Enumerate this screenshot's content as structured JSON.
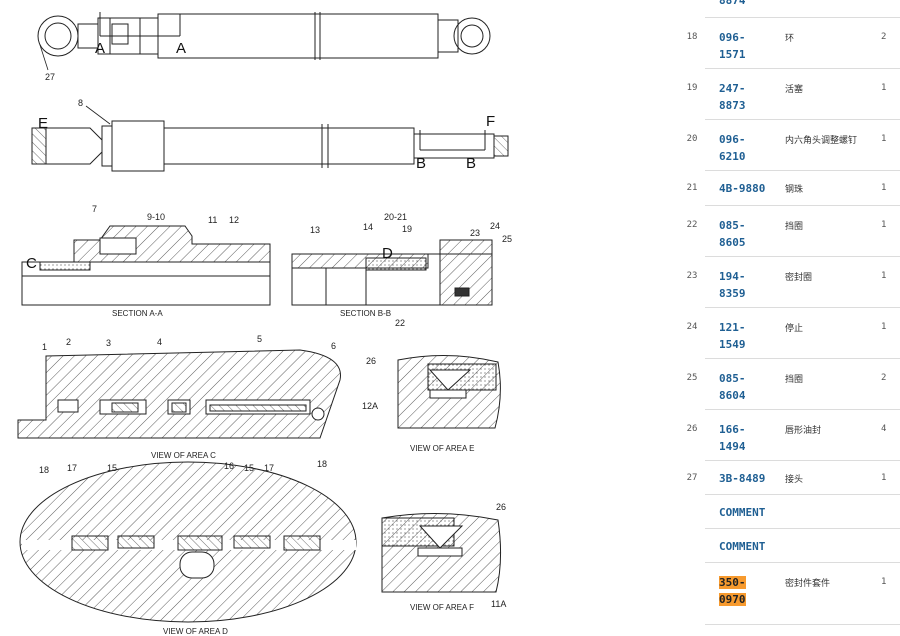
{
  "diagram": {
    "callouts": {
      "c27": "27",
      "c8": "8",
      "c7": "7",
      "c9_10": "9-10",
      "c11": "11",
      "c12": "12",
      "c13": "13",
      "c14": "14",
      "c20_21": "20-21",
      "c19": "19",
      "c23": "23",
      "c24": "24",
      "c25": "25",
      "c22": "22",
      "c1": "1",
      "c2": "2",
      "c3": "3",
      "c4": "4",
      "c5": "5",
      "c6": "6",
      "c26a": "26",
      "c12A": "12A",
      "c18a": "18",
      "c17a": "17",
      "c15a": "15",
      "c16": "16",
      "c15b": "15",
      "c17b": "17",
      "c18b": "18",
      "c26b": "26",
      "c11A": "11A"
    },
    "letters": {
      "A1": "A",
      "A2": "A",
      "E": "E",
      "F": "F",
      "B1": "B",
      "B2": "B",
      "C": "C",
      "D": "D"
    },
    "captions": {
      "section_aa": "SECTION A-A",
      "section_bb": "SECTION B-B",
      "view_c": "VIEW OF AREA C",
      "view_e": "VIEW OF AREA E",
      "view_d": "VIEW OF AREA D",
      "view_f": "VIEW OF AREA F"
    }
  },
  "parts_table": {
    "rows": [
      {
        "idx": "",
        "part": "8874",
        "desc": "",
        "qty": "",
        "highlight": false
      },
      {
        "idx": "18",
        "part": "096-\n1571",
        "desc": "环",
        "qty": "2",
        "highlight": false
      },
      {
        "idx": "19",
        "part": "247-\n8873",
        "desc": "活塞",
        "qty": "1",
        "highlight": false
      },
      {
        "idx": "20",
        "part": "096-\n6210",
        "desc": "内六角头调整螺钉",
        "qty": "1",
        "highlight": false
      },
      {
        "idx": "21",
        "part": "4B-9880",
        "desc": "钢珠",
        "qty": "1",
        "highlight": false
      },
      {
        "idx": "22",
        "part": "085-\n8605",
        "desc": "挡圈",
        "qty": "1",
        "highlight": false
      },
      {
        "idx": "23",
        "part": "194-\n8359",
        "desc": "密封圈",
        "qty": "1",
        "highlight": false
      },
      {
        "idx": "24",
        "part": "121-\n1549",
        "desc": "停止",
        "qty": "1",
        "highlight": false
      },
      {
        "idx": "25",
        "part": "085-\n8604",
        "desc": "挡圈",
        "qty": "2",
        "highlight": false
      },
      {
        "idx": "26",
        "part": "166-\n1494",
        "desc": "唇形油封",
        "qty": "4",
        "highlight": false
      },
      {
        "idx": "27",
        "part": "3B-8489",
        "desc": "接头",
        "qty": "1",
        "highlight": false
      },
      {
        "idx": "",
        "part": "COMMENT",
        "desc": "",
        "qty": "",
        "highlight": false
      },
      {
        "idx": "",
        "part": "COMMENT",
        "desc": "",
        "qty": "",
        "highlight": false
      },
      {
        "idx": "",
        "part": "350-\n0970",
        "desc": "密封件套件",
        "qty": "1",
        "highlight": true
      }
    ]
  }
}
